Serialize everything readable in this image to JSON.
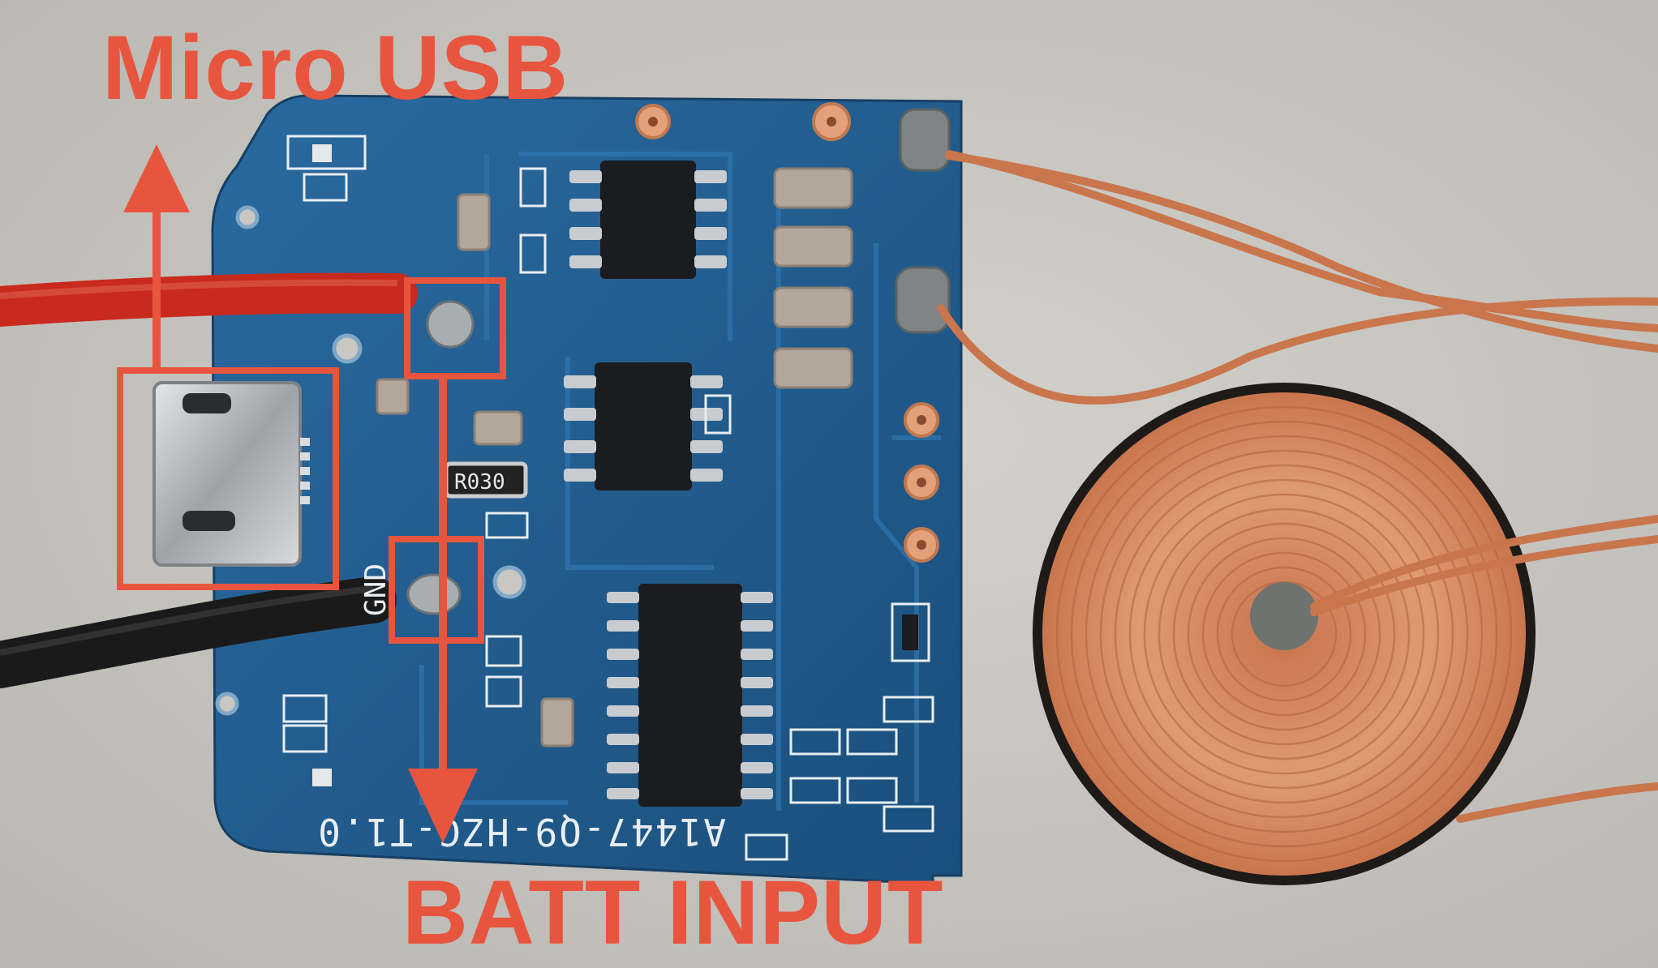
{
  "labels": {
    "micro_usb": "Micro USB",
    "batt_input": "BATT INPUT"
  },
  "board": {
    "silkscreen": "A1447-Q9-HZC-T1.0",
    "resistor_marking": "R030",
    "gnd_marking": "GND"
  },
  "colors": {
    "annotation": "#e8553e",
    "pcb": "#1f5a8a",
    "background": "#c9c7c2",
    "copper": "#d98a5f"
  }
}
